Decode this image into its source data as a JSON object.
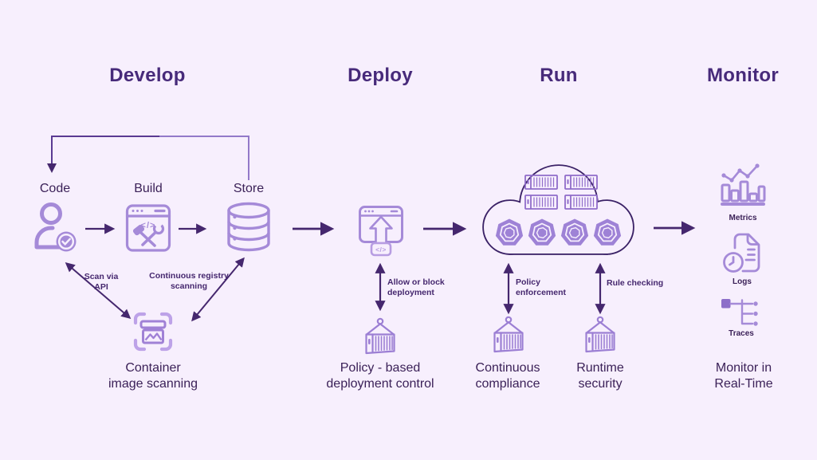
{
  "colors": {
    "background": "#f7effd",
    "heading": "#472a7a",
    "label_text": "#3b2158",
    "annotation_text": "#45276e",
    "icon_purple": "#a58ad8",
    "icon_light_purple": "#bda2e8",
    "cloud_outline": "#3a2166",
    "arrow": "#45276e"
  },
  "glyphs": {
    "code": "</>"
  },
  "headers": {
    "develop": "Develop",
    "deploy": "Deploy",
    "run": "Run",
    "monitor": "Monitor"
  },
  "develop": {
    "code_label": "Code",
    "build_label": "Build",
    "store_label": "Store",
    "scan_api_line1": "Scan via",
    "scan_api_line2": "API",
    "registry_line1": "Continuous registry",
    "registry_line2": "scanning",
    "scan_title_line1": "Container",
    "scan_title_line2": "image scanning"
  },
  "deploy": {
    "gate_line1": "Allow or block",
    "gate_line2": "deployment",
    "title_line1": "Policy - based",
    "title_line2": "deployment control"
  },
  "run": {
    "policy_line1": "Policy",
    "policy_line2": "enforcement",
    "rule_label": "Rule checking",
    "compliance_line1": "Continuous",
    "compliance_line2": "compliance",
    "security_line1": "Runtime",
    "security_line2": "security"
  },
  "monitor": {
    "metrics_label": "Metrics",
    "logs_label": "Logs",
    "traces_label": "Traces",
    "title_line1": "Monitor in",
    "title_line2": "Real-Time"
  }
}
